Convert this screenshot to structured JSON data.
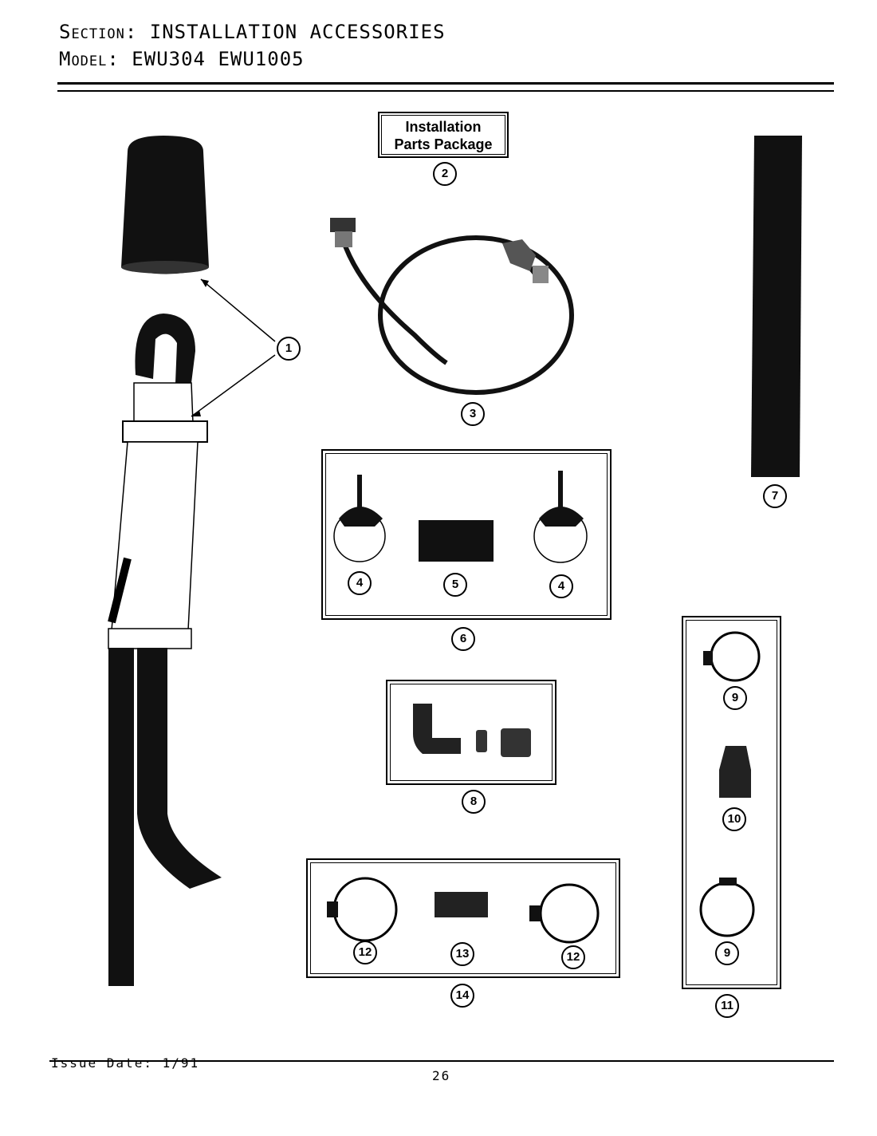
{
  "header": {
    "section_key": "Section:",
    "section_value": "INSTALLATION ACCESSORIES",
    "model_key": "Model:",
    "model_value": "EWU304  EWU1005"
  },
  "package_label": {
    "line1": "Installation",
    "line2": "Parts Package"
  },
  "callouts": {
    "c1": "1",
    "c2": "2",
    "c3": "3",
    "c4a": "4",
    "c5": "5",
    "c4b": "4",
    "c6": "6",
    "c7": "7",
    "c8": "8",
    "c9a": "9",
    "c10": "10",
    "c9b": "9",
    "c11": "11",
    "c12a": "12",
    "c13": "13",
    "c12b": "12",
    "c14": "14"
  },
  "footer": {
    "issue_date": "Issue Date: 1/91",
    "page_number": "26"
  }
}
